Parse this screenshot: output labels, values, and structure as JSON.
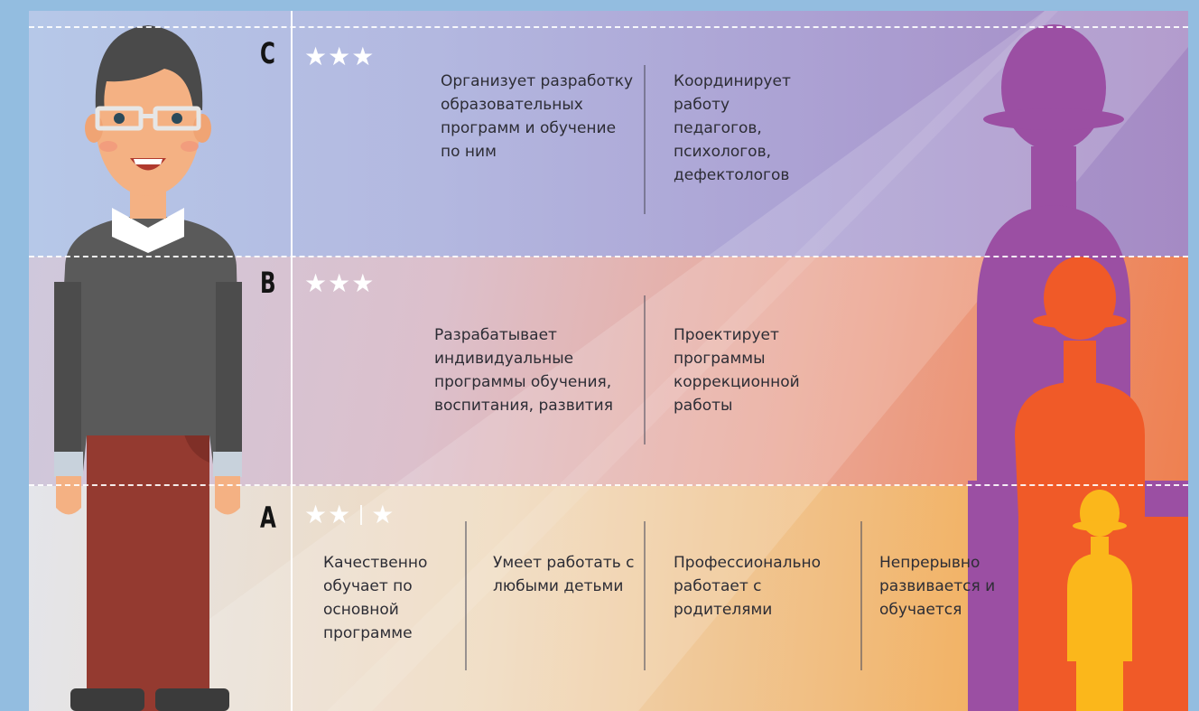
{
  "levels": {
    "c": {
      "letter": "C",
      "stars": "★★★",
      "items": [
        "Организует разработку образовательных программ и обучение по ним",
        "Координирует работу педагогов, психологов, дефектологов"
      ]
    },
    "b": {
      "letter": "B",
      "stars": "★★★",
      "items": [
        "Разрабатывает индивидуальные программы обучения, воспитания, развития",
        "Проектирует программы коррекционной работы"
      ]
    },
    "a": {
      "letter": "A",
      "stars_left": "★★",
      "stars_right": "★",
      "items": [
        "Качественно обучает по основной программе",
        "Умеет работать с любыми детьми",
        "Профессионально работает с родителями",
        "Непрерывно развивается и обучается"
      ]
    }
  },
  "colors": {
    "teacher_sweater": "#5a5a5a",
    "teacher_trousers": "#943a30",
    "teacher_hair": "#4a4a4a",
    "silhouette_large": "#9b4fa3",
    "silhouette_medium": "#f05a28",
    "silhouette_small": "#fbb71b"
  }
}
